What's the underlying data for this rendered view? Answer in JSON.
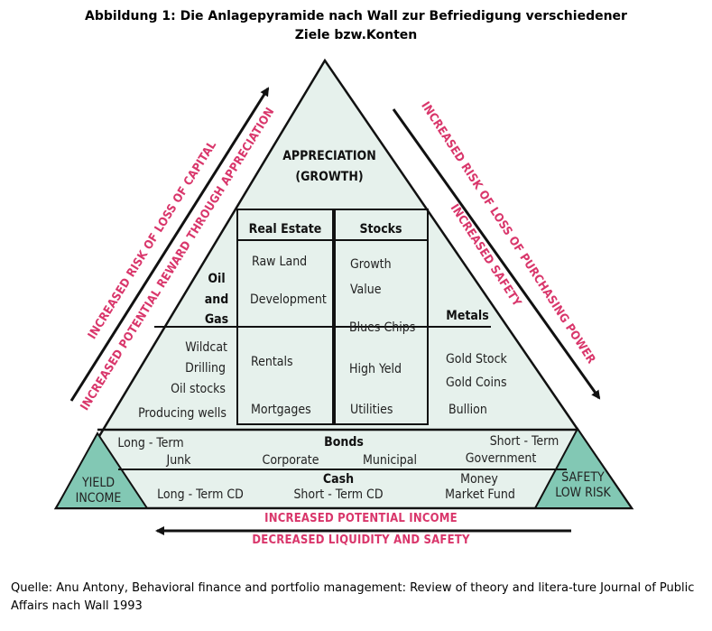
{
  "title": {
    "line1": "Abbildung 1: Die Anlagepyramide nach Wall zur Befriedigung verschiedener",
    "line2": "Ziele bzw.Konten"
  },
  "pyramid": {
    "apex": {
      "line1": "APPRECIATION",
      "line2": "(GROWTH)"
    },
    "real_estate": {
      "header": "Real Estate",
      "items": [
        "Raw Land",
        "Development",
        "Rentals",
        "Mortgages"
      ]
    },
    "stocks": {
      "header": "Stocks",
      "items": [
        "Growth",
        "Value",
        "Blues Chips",
        "High Yeld",
        "Utilities"
      ]
    },
    "oil_gas": {
      "header": [
        "Oil",
        "and",
        "Gas"
      ],
      "items": [
        "Wildcat",
        "Drilling",
        "Oil stocks",
        "Producing wells"
      ]
    },
    "metals": {
      "header": "Metals",
      "items": [
        "Gold Stock",
        "Gold Coins",
        "Bullion"
      ]
    },
    "bonds": {
      "header": "Bonds",
      "long_term_1": "Long - Term",
      "long_term_2": "Junk",
      "corporate": "Corporate",
      "municipal": "Municipal",
      "short_term_1": "Short - Term",
      "short_term_2": "Government"
    },
    "cash": {
      "header": "Cash",
      "long_term_cd": "Long - Term CD",
      "short_term_cd": "Short - Term CD",
      "money_1": "Money",
      "money_2": "Market Fund"
    },
    "yield_corner": [
      "YIELD",
      "INCOME"
    ],
    "safety_corner": [
      "SAFETY",
      "LOW RISK"
    ]
  },
  "arrows": {
    "left_outer": "INCREASED RISK OF LOSS OF CAPITAL",
    "left_inner": "INCREASED POTENTIAL REWARD THROUGH APPRECIATION",
    "right_outer": "INCREASED RISK OF LOSS OF PURCHASING POWER",
    "right_inner": "INCREASED SAFETY",
    "bottom_top": "INCREASED POTENTIAL INCOME",
    "bottom_bottom": "DECREASED LIQUIDITY AND SAFETY"
  },
  "colors": {
    "pyramid_fill": "#e6f1ec",
    "corner_fill": "#82c8b4",
    "outline": "#111111",
    "accent_red": "#d9366b"
  },
  "source": "Quelle: Anu Antony, Behavioral finance and portfolio management: Review of theory and litera-ture Journal of Public Affairs nach Wall 1993"
}
